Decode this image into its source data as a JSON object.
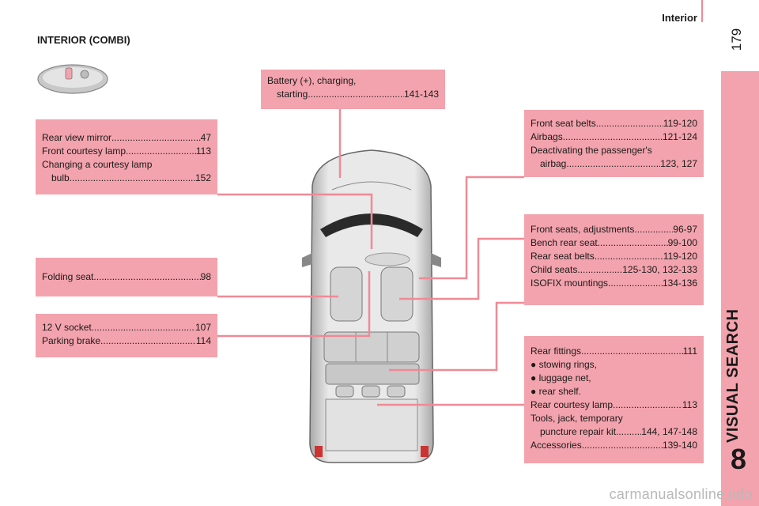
{
  "header": {
    "section_label": "Interior",
    "page_number": "179"
  },
  "sidebar": {
    "section_title": "VISUAL SEARCH",
    "chapter_number": "8"
  },
  "page_heading": "INTERIOR (COMBI)",
  "boxes": {
    "mirror": [
      {
        "label": "Rear view mirror ",
        "page": "47"
      },
      {
        "label": "Front courtesy lamp",
        "page": " 113"
      },
      {
        "label": "Changing a courtesy lamp",
        "page": "",
        "plain": true
      },
      {
        "label": "bulb",
        "page": "152",
        "indent": true
      }
    ],
    "battery": [
      {
        "label": "Battery (+), charging,",
        "page": "",
        "plain": true
      },
      {
        "label": "starting",
        "page": "141-143",
        "indent": true
      }
    ],
    "front_belts": [
      {
        "label": "Front seat belts",
        "page": " 119-120"
      },
      {
        "label": "Airbags ",
        "page": "121-124"
      },
      {
        "label": "Deactivating the passenger's",
        "page": "",
        "plain": true
      },
      {
        "label": "airbag",
        "page": "123, 127",
        "indent": true
      }
    ],
    "seats": [
      {
        "label": "Front seats, adjustments ",
        "page": "96-97"
      },
      {
        "label": "Bench rear seat ",
        "page": "99-100"
      },
      {
        "label": "Rear seat belts ",
        "page": " 119-120"
      },
      {
        "label": "Child seats",
        "page": " 125-130, 132-133"
      },
      {
        "label": "ISOFIX mountings ",
        "page": "134-136"
      }
    ],
    "folding": [
      {
        "label": "Folding seat ",
        "page": "98"
      }
    ],
    "socket": [
      {
        "label": "12 V socket",
        "page": " 107"
      },
      {
        "label": "Parking brake ",
        "page": " 114"
      }
    ],
    "rear": [
      {
        "label": "Rear fittings ",
        "page": " 111"
      },
      {
        "label": "● stowing rings,",
        "page": "",
        "plain": true
      },
      {
        "label": "● luggage net,",
        "page": "",
        "plain": true
      },
      {
        "label": "● rear shelf.",
        "page": "",
        "plain": true
      },
      {
        "label": "Rear courtesy lamp ",
        "page": " 113"
      },
      {
        "label": "Tools, jack, temporary",
        "page": "",
        "plain": true
      },
      {
        "label": "puncture repair kit",
        "page": "144, 147-148",
        "indent": true
      },
      {
        "label": "Accessories ",
        "page": "139-140"
      }
    ]
  },
  "footer": {
    "watermark": "carmanualsonline.info"
  }
}
